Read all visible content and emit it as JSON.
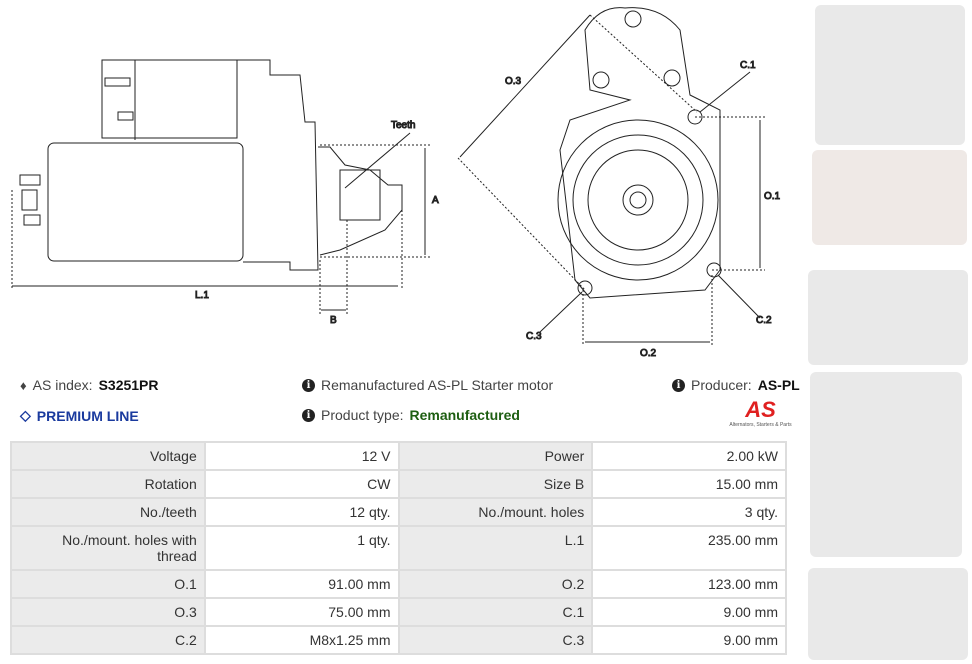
{
  "diagram": {
    "labels": {
      "teeth": "Teeth",
      "a": "A",
      "l1": "L.1",
      "b": "B",
      "o3": "O.3",
      "c1": "C.1",
      "o1": "O.1",
      "c2": "C.2",
      "c3": "C.3",
      "o2": "O.2"
    }
  },
  "info": {
    "as_index_label": "AS index:",
    "as_index_value": "S3251PR",
    "premium": "PREMIUM LINE",
    "description": "Remanufactured AS-PL Starter motor",
    "product_type_label": "Product type:",
    "product_type_value": "Remanufactured",
    "producer_label": "Producer:",
    "producer_value": "AS-PL",
    "logo_text": "AS",
    "logo_tagline": "Alternators, Starters & Parts"
  },
  "colors": {
    "premium": "#1a3a9e",
    "remanufactured": "#1e5e12",
    "logo": "#e02020"
  },
  "specs": [
    [
      "Voltage",
      "12 V",
      "Power",
      "2.00 kW"
    ],
    [
      "Rotation",
      "CW",
      "Size B",
      "15.00 mm"
    ],
    [
      "No./teeth",
      "12 qty.",
      "No./mount. holes",
      "3 qty."
    ],
    [
      "No./mount. holes with thread",
      "1 qty.",
      "L.1",
      "235.00 mm"
    ],
    [
      "O.1",
      "91.00 mm",
      "O.2",
      "123.00 mm"
    ],
    [
      "O.3",
      "75.00 mm",
      "C.1",
      "9.00 mm"
    ],
    [
      "C.2",
      "M8x1.25 mm",
      "C.3",
      "9.00 mm"
    ]
  ]
}
